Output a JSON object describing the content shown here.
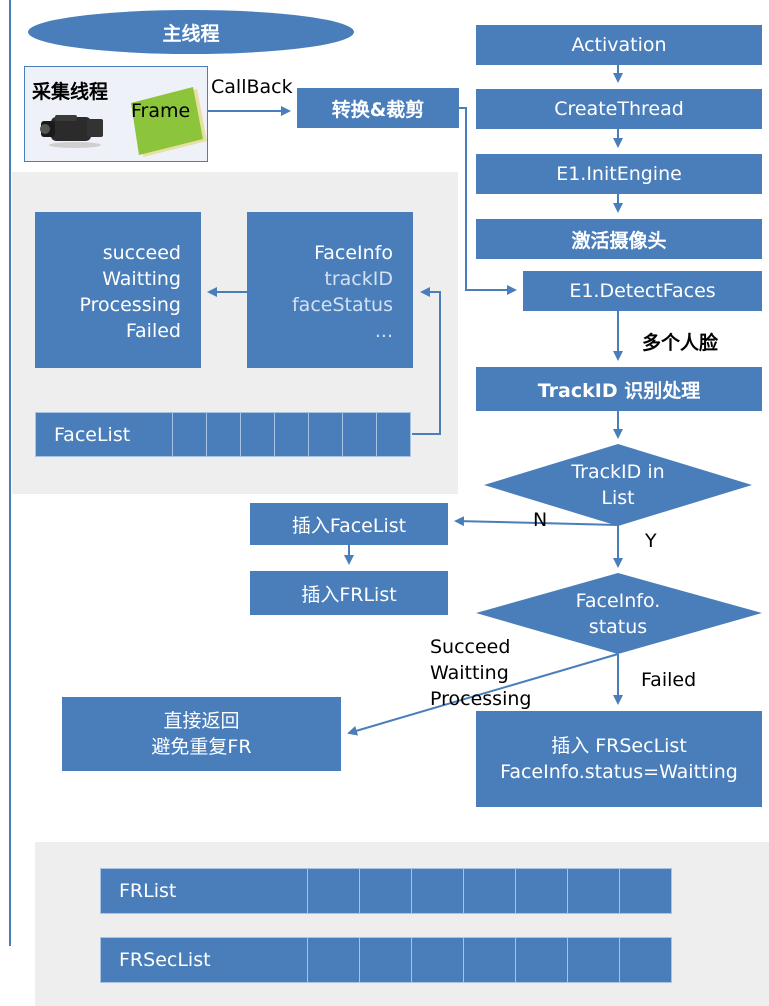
{
  "title": "主线程",
  "capture": {
    "title": "采集线程",
    "frame_label": "Frame"
  },
  "callback_label": "CallBack",
  "convert_label": "转换&裁剪",
  "steps": {
    "activation": "Activation",
    "create_thread": "CreateThread",
    "init_engine": "E1.InitEngine",
    "activate_camera": "激活摄像头",
    "detect_faces": "E1.DetectFaces",
    "multiple_faces": "多个人脸",
    "trackid_process": "TrackID 识别处理"
  },
  "status_box": {
    "lines": [
      "succeed",
      "Waitting",
      "Processing",
      "Failed"
    ]
  },
  "faceinfo_box": {
    "title": "FaceInfo",
    "fields": [
      "trackID",
      "faceStatus",
      "..."
    ]
  },
  "facelist_label": "FaceList",
  "decision1": {
    "lines": [
      "TrackID in",
      "List"
    ]
  },
  "decision2": {
    "lines": [
      "FaceInfo.",
      "status"
    ]
  },
  "branch_no": "N",
  "branch_yes": "Y",
  "insert_facelist": "插入FaceList",
  "insert_frlist": "插入FRList",
  "success_states": [
    "Succeed",
    "Waitting",
    "Processing"
  ],
  "failed_label": "Failed",
  "return_box": {
    "lines": [
      "直接返回",
      "避免重复FR"
    ]
  },
  "frsec_box": {
    "lines": [
      "插入 FRSecList",
      "FaceInfo.status=Waitting"
    ]
  },
  "frlist_label": "FRList",
  "frseclist_label": "FRSecList",
  "colors": {
    "box": "#4a7ebb",
    "panel": "#eeeeee",
    "ellipse": "#4a7ebb"
  }
}
